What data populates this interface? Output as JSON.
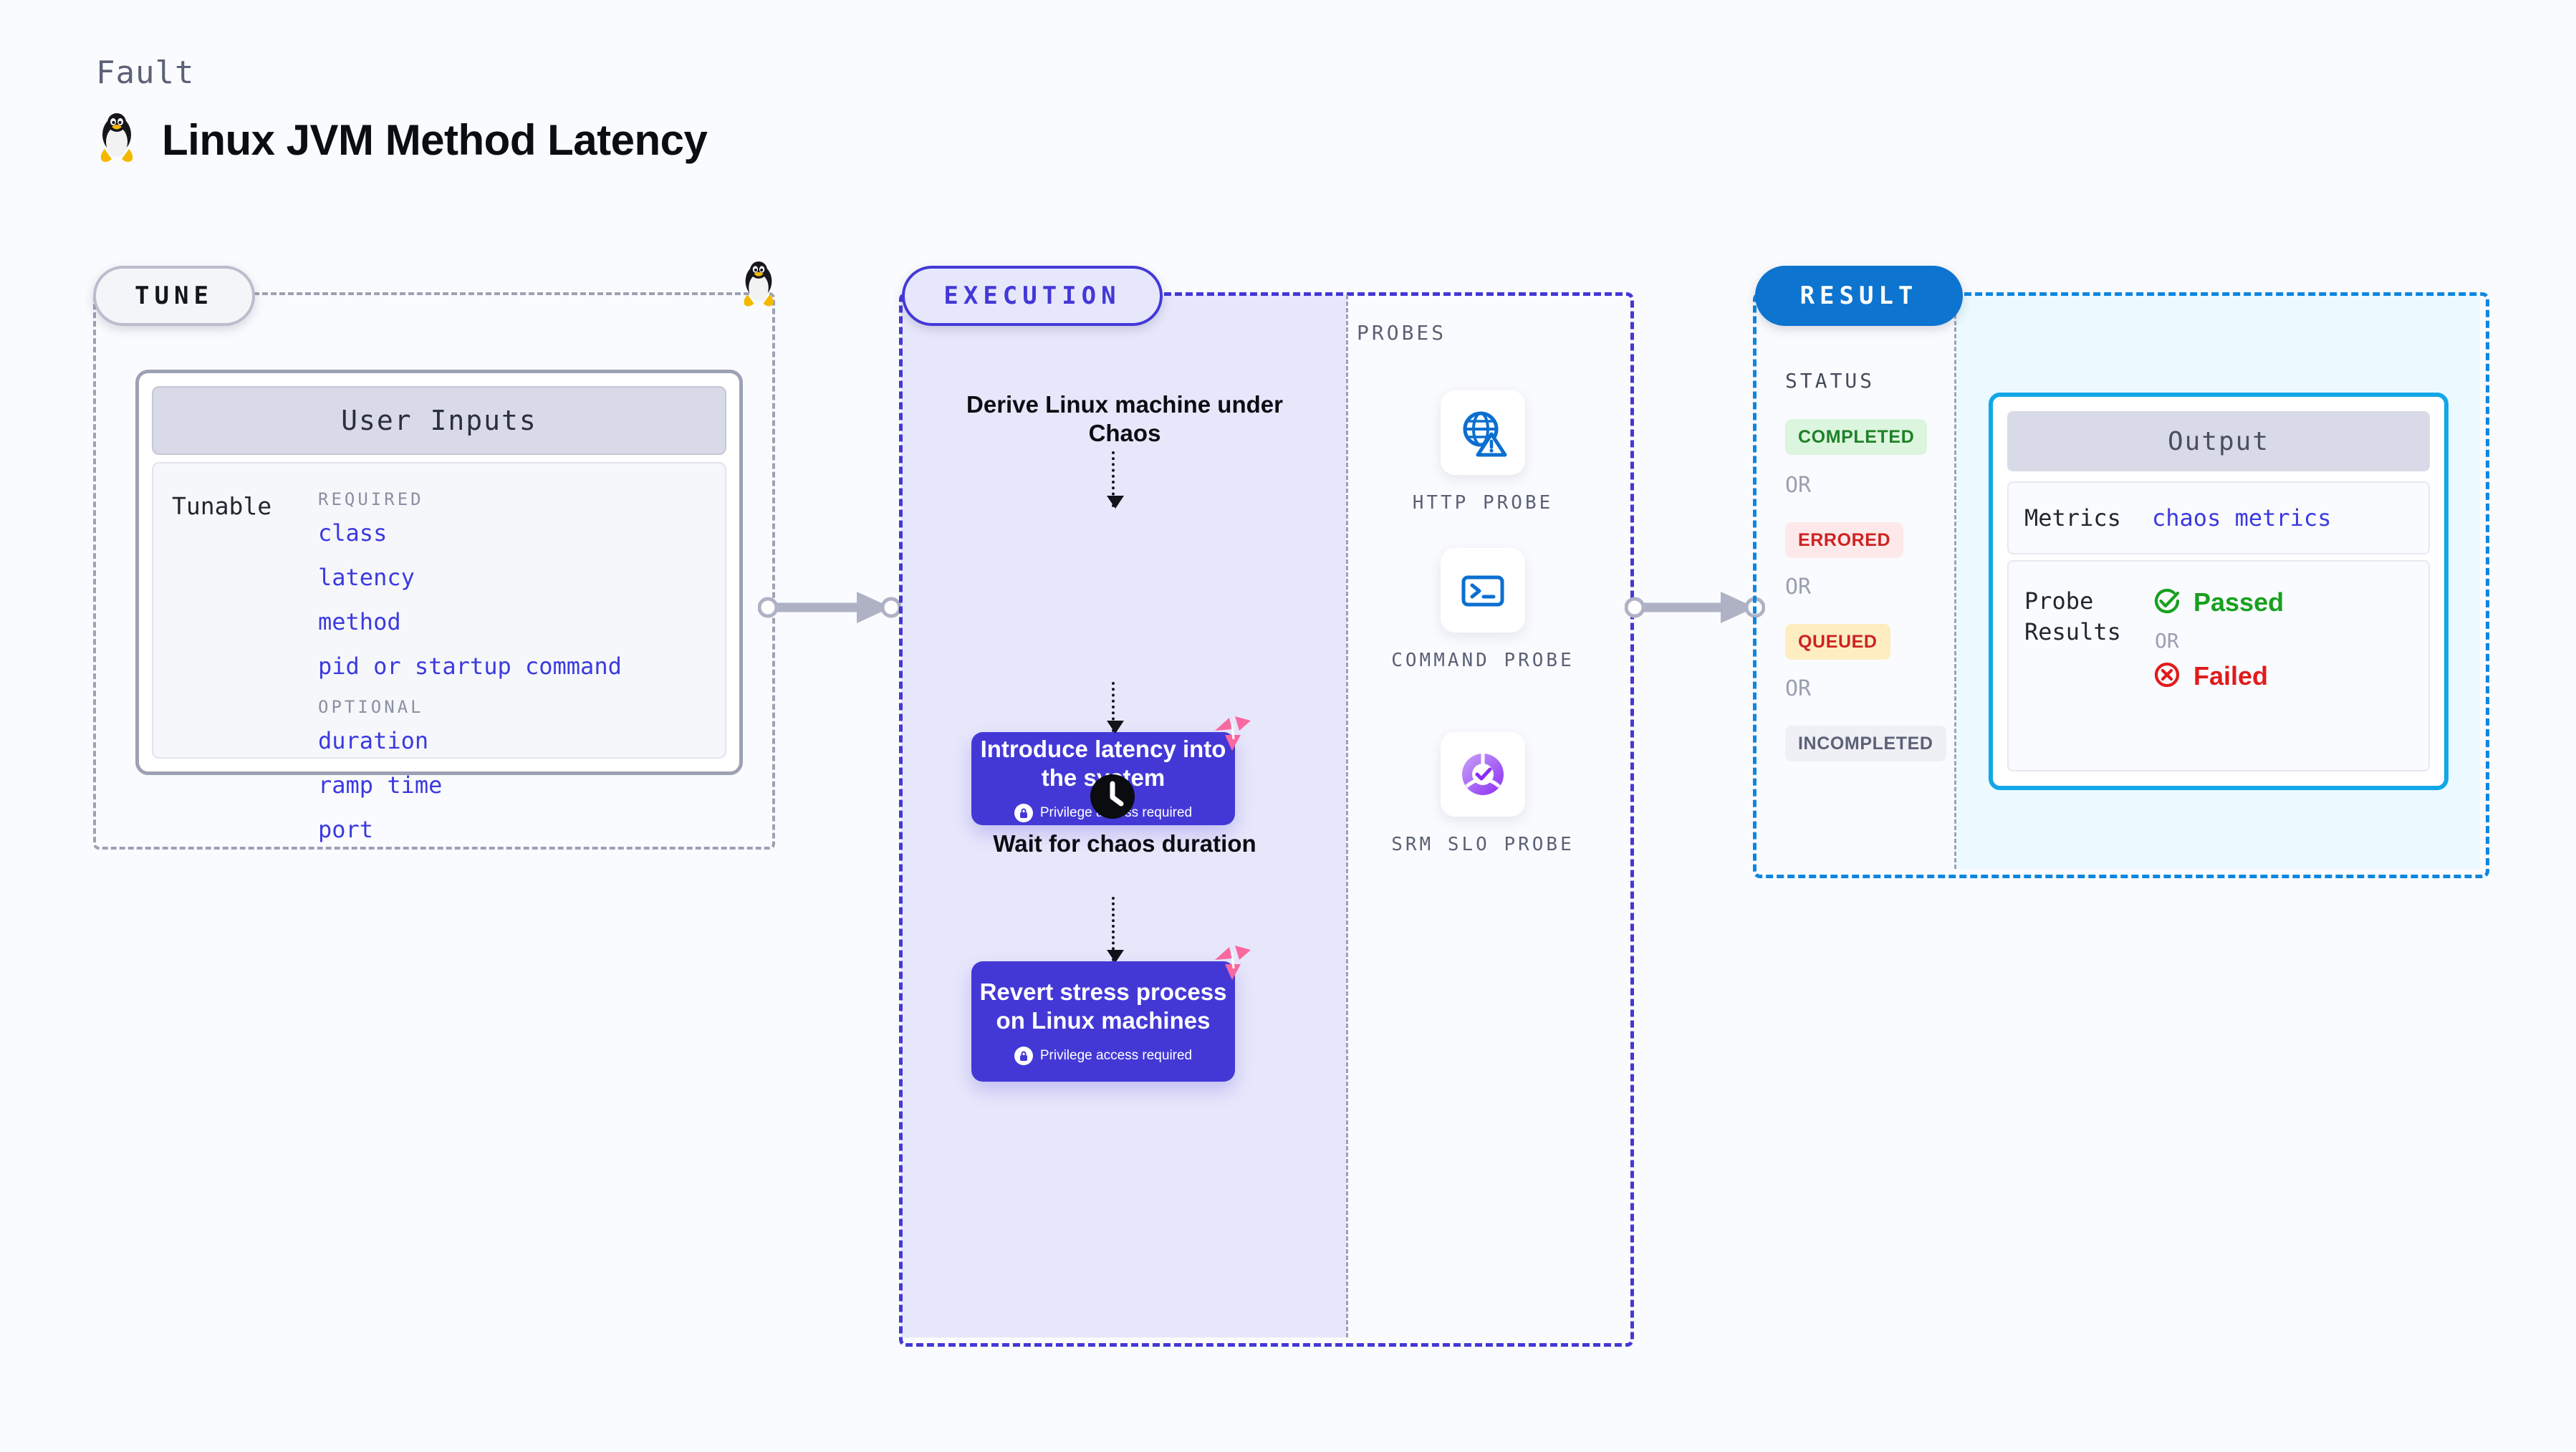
{
  "header": {
    "eyebrow": "Fault",
    "title": "Linux JVM Method Latency",
    "logo_icon": "tux-penguin-icon"
  },
  "colors": {
    "page_background": "#fafbfe",
    "execution_accent": "#4338d6",
    "execution_fill": "#e7e7fb",
    "result_accent": "#0d86e0",
    "result_fill": "#ecfaff",
    "tune_accent": "#9ca2b3",
    "tunable_value": "#3b3ae0",
    "chaos_badge": "#f9699f"
  },
  "tune": {
    "pill_label": "TUNE",
    "marker_icon": "tux-penguin-icon",
    "card": {
      "header": "User Inputs",
      "row_label": "Tunable",
      "groups": [
        {
          "heading": "REQUIRED",
          "items": [
            "class",
            "latency",
            "method",
            "pid or startup command"
          ]
        },
        {
          "heading": "OPTIONAL",
          "items": [
            "duration",
            "ramp time",
            "port"
          ]
        }
      ]
    }
  },
  "execution": {
    "pill_label": "EXECUTION",
    "steps": [
      {
        "type": "text",
        "label": "Derive Linux machine under Chaos"
      },
      {
        "type": "chaos-node",
        "label": "Introduce latency into the system",
        "privilege_note": "Privilege access required",
        "badge_icon": "litmus-chaos-icon",
        "lock_icon": "lock-icon"
      },
      {
        "type": "wait",
        "icon": "clock-icon",
        "label": "Wait for chaos duration"
      },
      {
        "type": "chaos-node",
        "label": "Revert stress process on Linux machines",
        "privilege_note": "Privilege access required",
        "badge_icon": "litmus-chaos-icon",
        "lock_icon": "lock-icon"
      }
    ]
  },
  "probes": {
    "section_label": "PROBES",
    "items": [
      {
        "caption": "HTTP PROBE",
        "icon": "globe-warning-icon"
      },
      {
        "caption": "COMMAND PROBE",
        "icon": "terminal-icon"
      },
      {
        "caption": "SRM SLO PROBE",
        "icon": "slo-check-icon"
      }
    ]
  },
  "result": {
    "pill_label": "RESULT",
    "status_label": "STATUS",
    "or_label": "OR",
    "statuses": [
      {
        "label": "COMPLETED",
        "text_color": "#1e8026",
        "bg_color": "#dcf5de"
      },
      {
        "label": "ERRORED",
        "text_color": "#cd2222",
        "bg_color": "#fde9e9"
      },
      {
        "label": "QUEUED",
        "text_color": "#cd2222",
        "bg_color": "#fdedc1"
      },
      {
        "label": "INCOMPLETED",
        "text_color": "#5b6176",
        "bg_color": "#eff0f5"
      }
    ],
    "output": {
      "header": "Output",
      "metrics_label": "Metrics",
      "metrics_value": "chaos metrics",
      "probe_results_label": "Probe Results",
      "passed_label": "Passed",
      "passed_icon": "check-circle-icon",
      "or_label": "OR",
      "failed_label": "Failed",
      "failed_icon": "x-circle-icon"
    }
  },
  "connectors": {
    "tune_to_execution_icon": "arrow-right-icon",
    "probes_to_result_icon": "arrow-right-icon"
  }
}
